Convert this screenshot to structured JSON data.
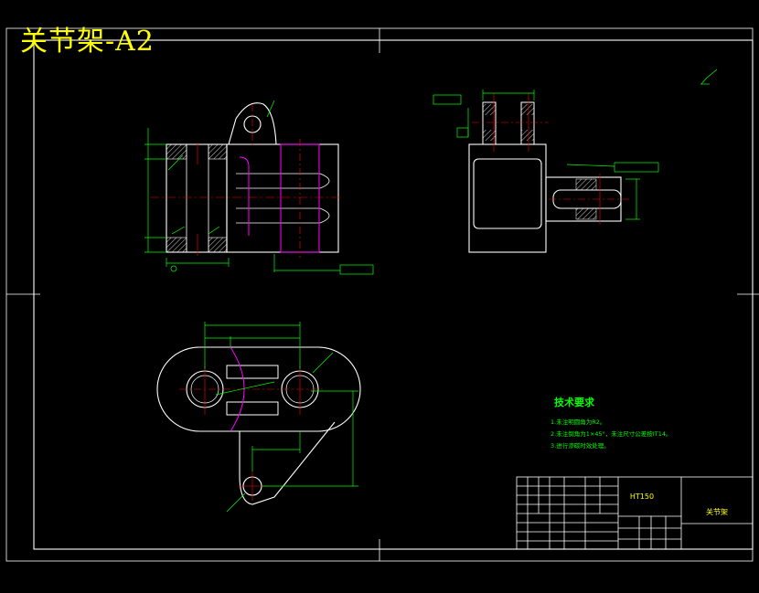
{
  "drawing_title": "关节架-A2",
  "technical_requirements": {
    "heading": "技术要求",
    "notes": [
      "1.未注明圆角为R2。",
      "2.未注倒角为1×45°，未注尺寸公差按IT14。",
      "3.进行渗碳时效处理。"
    ]
  },
  "title_block": {
    "material": "HT150",
    "part_name": "关节架"
  },
  "colors": {
    "background": "#000000",
    "outline": "#ffffff",
    "dimension": "#00ff00",
    "centerline": "#ff0000",
    "hidden_edge": "#ff00ff",
    "title": "#ffff00"
  }
}
